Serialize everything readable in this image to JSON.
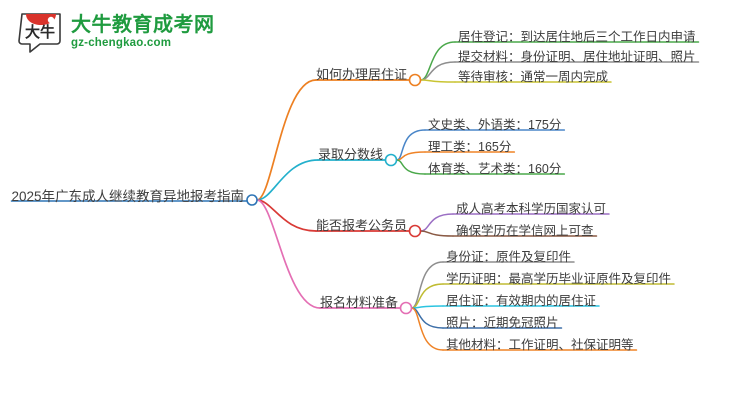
{
  "logo": {
    "icon": "speech-bubble-logo-icon",
    "mark_text": "大牛",
    "title": "大牛教育成考网",
    "subtitle": "gz-chengkao.com",
    "brand_color": "#1f9b3f",
    "mark_accent_color": "#d9332b"
  },
  "mindmap": {
    "root": {
      "label": "2025年广东成人继续教育异地报考指南",
      "node_color": "#2e75b6",
      "underline_color": "#2e75b6"
    },
    "branches": [
      {
        "label": "如何办理居住证",
        "color": "#ed8022",
        "node_color": "#ed8022",
        "children": [
          {
            "label": "居住登记：到达居住地后三个工作日内申请",
            "color": "#4aa84a"
          },
          {
            "label": "提交材料：身份证明、居住地址证明、照片",
            "color": "#8e8e8e"
          },
          {
            "label": "等待审核：通常一周内完成",
            "color": "#c9c432"
          }
        ]
      },
      {
        "label": "录取分数线",
        "color": "#23b0cc",
        "node_color": "#23b0cc",
        "children": [
          {
            "label": "文史类、外语类：175分",
            "color": "#4a86c8"
          },
          {
            "label": "理工类：165分",
            "color": "#ef8327"
          },
          {
            "label": "体育类、艺术类：160分",
            "color": "#4aa84a"
          }
        ]
      },
      {
        "label": "能否报考公务员",
        "color": "#d93a36",
        "node_color": "#d93a36",
        "children": [
          {
            "label": "成人高考本科学历国家认可",
            "color": "#9b6fc4"
          },
          {
            "label": "确保学历在学信网上可查",
            "color": "#8a5a44"
          }
        ]
      },
      {
        "label": "报名材料准备",
        "color": "#e46fb4",
        "node_color": "#e46fb4",
        "children": [
          {
            "label": "身份证：原件及复印件",
            "color": "#8e8e8e"
          },
          {
            "label": "学历证明：最高学历毕业证原件及复印件",
            "color": "#c0bc33"
          },
          {
            "label": "居住证：有效期内的居住证",
            "color": "#2bc4e0"
          },
          {
            "label": "照片：近期免冠照片",
            "color": "#3d6fa8"
          },
          {
            "label": "其他材料：工作证明、社保证明等",
            "color": "#ef8327"
          }
        ]
      }
    ]
  },
  "chart_data": {
    "type": "table",
    "title": "2025年广东成人继续教育异地报考指南",
    "categories": [
      "文史类、外语类",
      "理工类",
      "体育类、艺术类"
    ],
    "values": [
      175,
      165,
      160
    ],
    "ylabel": "录取分数线（分）"
  }
}
